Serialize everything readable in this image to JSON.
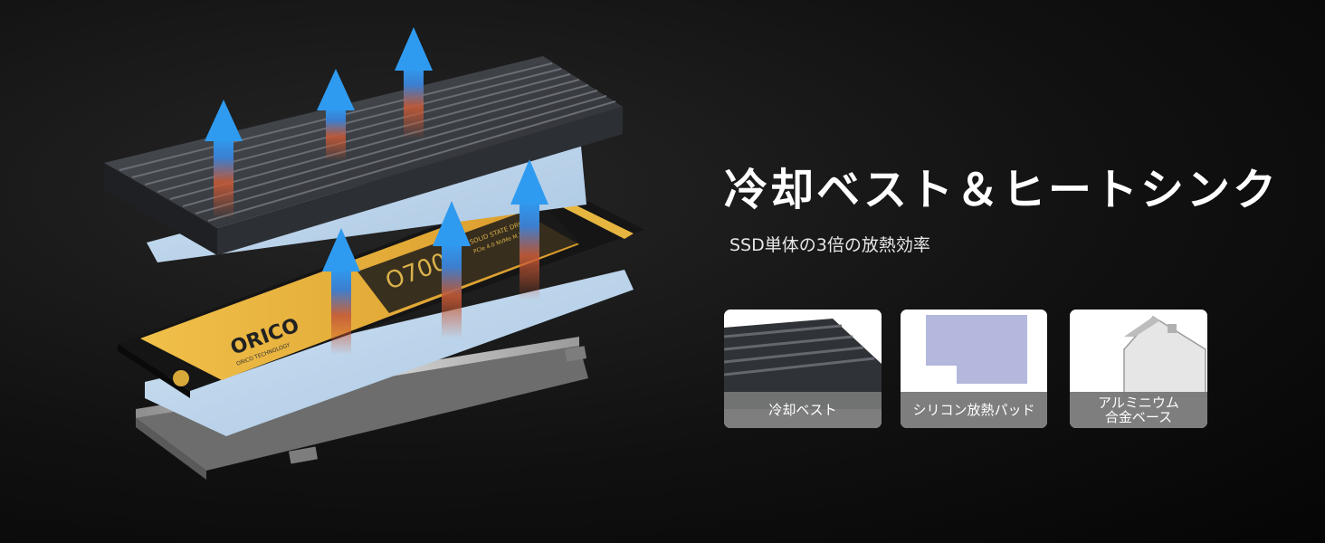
{
  "headline": "冷却ベスト＆ヒートシンク",
  "subheadline": "SSD単体の3倍の放熱効率",
  "product": {
    "brand": "ORICO",
    "brand_sub": "ORICO TECHNOLOGY",
    "model": "O7000",
    "label": "SOLID STATE DRIVE",
    "label_sub": "PCIe 4.0 NVMe M.2 SSD"
  },
  "components": [
    {
      "label": "冷却ベスト",
      "icon": "heatsink-fins-icon"
    },
    {
      "label": "シリコン放熱パッド",
      "icon": "thermal-pad-icon"
    },
    {
      "label_line1": "アルミニウム",
      "label_line2": "合金ベース",
      "icon": "aluminum-base-icon"
    }
  ],
  "colors": {
    "background": "#0b0b0b",
    "heatsink": "#3a3d42",
    "thermal_pad": "#b9d4ec",
    "pcb_label": "#e8b23c",
    "airflow_arrow": "#2f8fe6",
    "heat_glow": "#d4532a",
    "caption_bar": "#767676"
  }
}
